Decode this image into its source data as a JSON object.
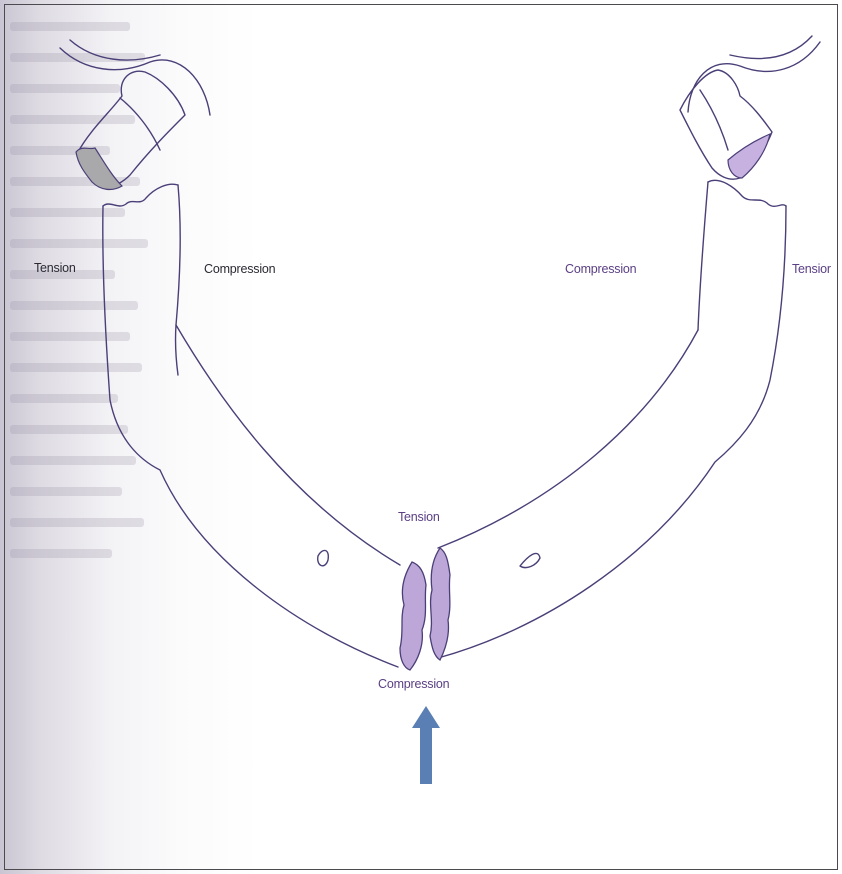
{
  "labels": {
    "tension_left": "Tension",
    "compression_left": "Compression",
    "compression_right": "Compression",
    "tension_right": "Tensior",
    "tension_center": "Tension",
    "compression_center": "Compression"
  },
  "colors": {
    "outline": "#4b3f78",
    "fracture_fill": "#bca7d8",
    "left_condyle_fill": "#a9a8aa",
    "right_condyle_fill": "#c6b1e0",
    "arrow": "#5a7fb5"
  }
}
